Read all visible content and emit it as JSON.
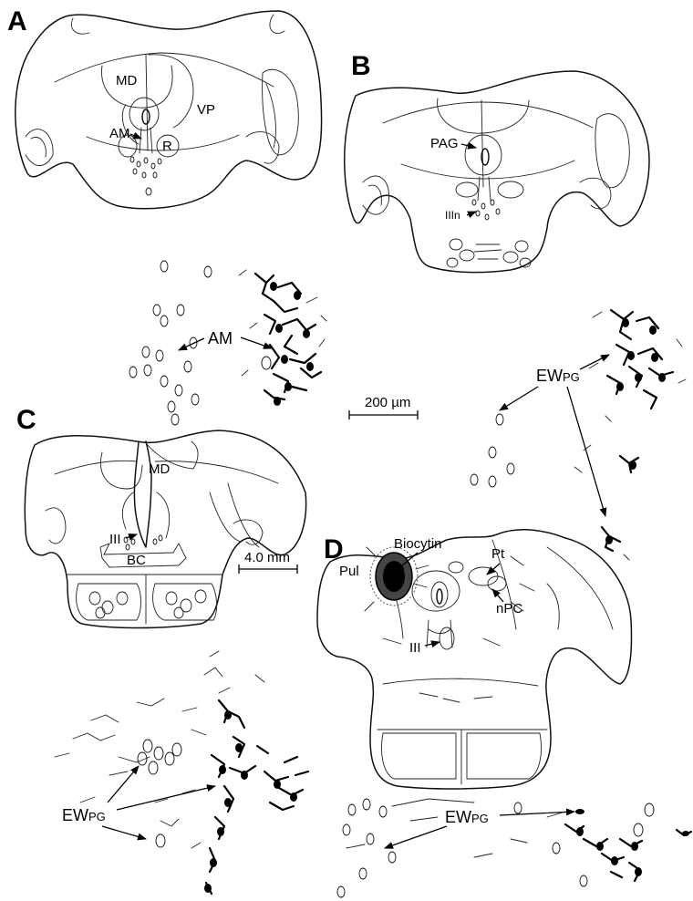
{
  "panels": {
    "A": {
      "letter": "A",
      "labels": {
        "md": "MD",
        "vp": "VP",
        "am": "AM",
        "r": "R"
      },
      "magnified_label": "AM"
    },
    "B": {
      "letter": "B",
      "labels": {
        "pag": "PAG",
        "iiin": "IIIn"
      },
      "magnified_label_main": "EW",
      "magnified_label_sub": "PG"
    },
    "C": {
      "letter": "C",
      "labels": {
        "md": "MD",
        "iii": "III",
        "bc": "BC"
      },
      "magnified_label_main": "EW",
      "magnified_label_sub": "PG"
    },
    "D": {
      "letter": "D",
      "labels": {
        "biocytin": "Biocytin",
        "pul": "Pul",
        "pt": "Pt",
        "npc": "nPC",
        "iii": "III"
      },
      "magnified_label_main": "EW",
      "magnified_label_sub": "PG"
    }
  },
  "scale_bars": {
    "micro": "200 µm",
    "macro": "4.0 mm"
  }
}
